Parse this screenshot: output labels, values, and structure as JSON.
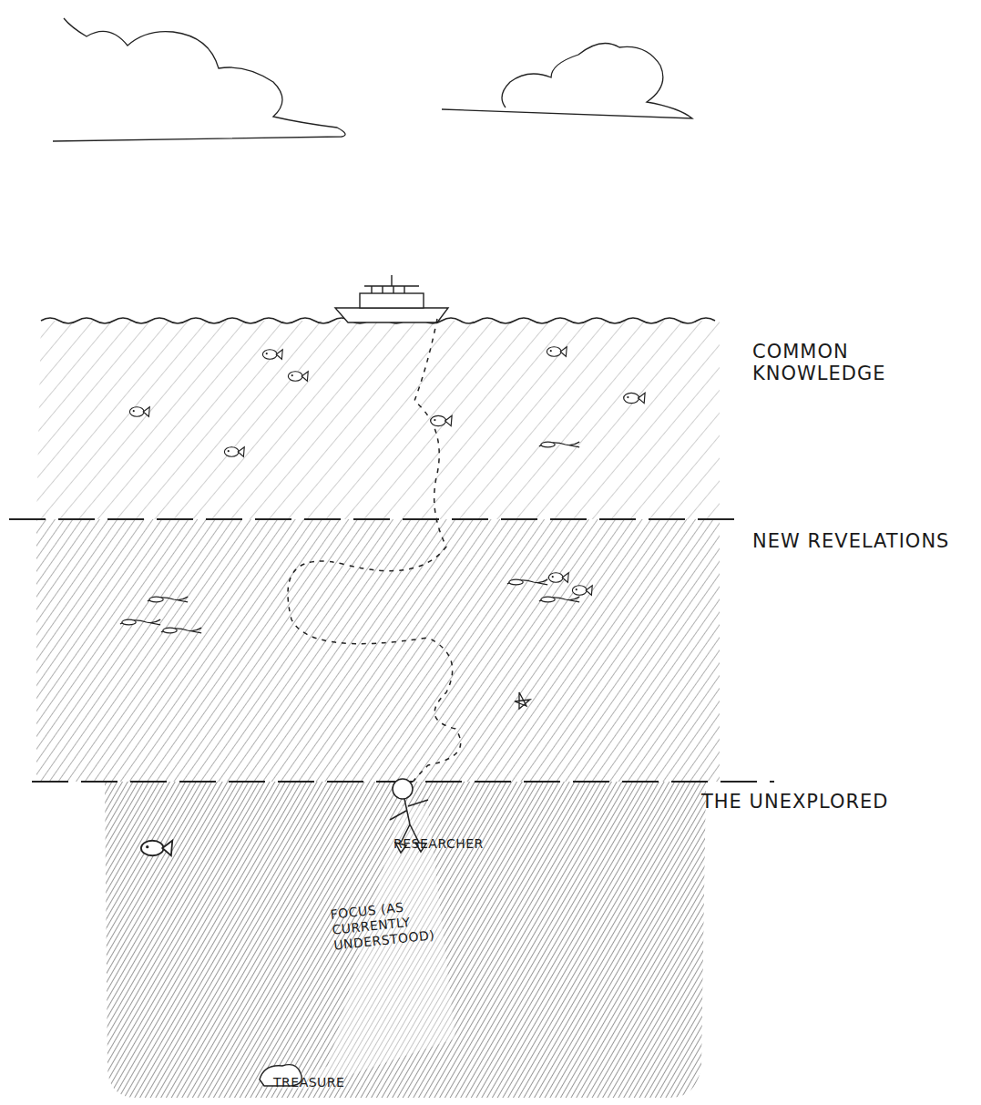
{
  "diagram": {
    "nodes": [
      {
        "text": [
          "COMMON KNOWLEDGE"
        ]
      },
      {
        "text": [
          "NEW REVELATIONS"
        ]
      },
      {
        "text": [
          "THE UNEXPLORED"
        ]
      }
    ],
    "labels": [
      "RESEARCHER",
      "FOCUS (AS CURRENTLY UNDERSTOOD)",
      "TREASURE"
    ]
  }
}
